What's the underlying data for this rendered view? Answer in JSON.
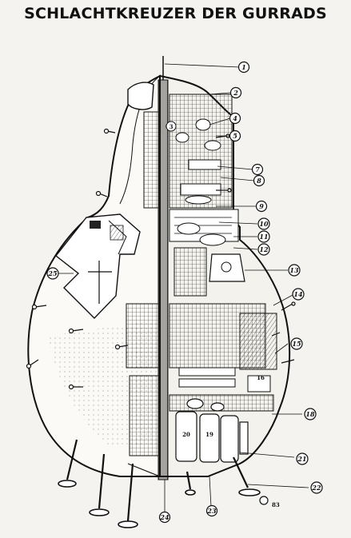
{
  "title": "SCHLACHTKREUZER DER GURRADS",
  "callouts": [
    "1",
    "2",
    "3",
    "4",
    "5",
    "7",
    "8",
    "9",
    "10",
    "11",
    "12",
    "13",
    "14",
    "15",
    "16",
    "18",
    "19",
    "20",
    "21",
    "22",
    "23",
    "24",
    "25"
  ],
  "page_number": "83",
  "colors": {
    "ink": "#111111",
    "paper": "#f4f3ef"
  }
}
